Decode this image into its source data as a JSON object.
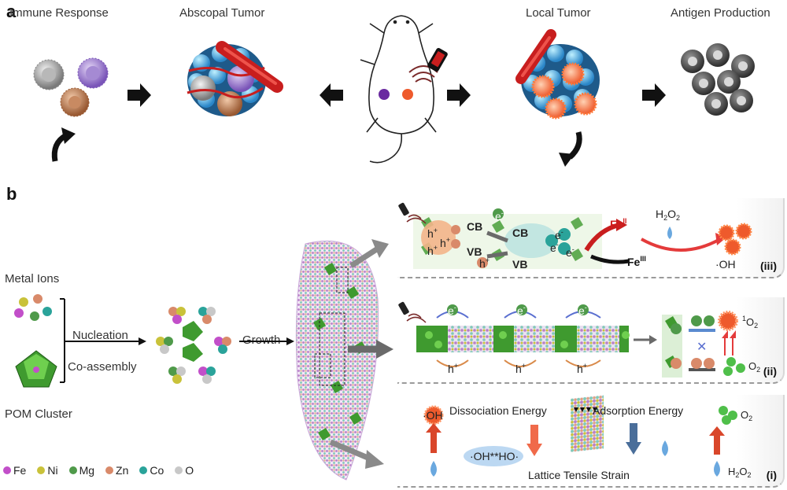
{
  "panel_a": {
    "letter": "a",
    "labels": {
      "immune_response": "Immune Response",
      "abscopal_tumor": "Abscopal Tumor",
      "local_tumor": "Local Tumor",
      "antigen_production": "Antigen Production"
    }
  },
  "panel_b": {
    "letter": "b",
    "metal_ions": "Metal Ions",
    "nucleation": "Nucleation",
    "co_assembly": "Co-assembly",
    "growth": "Growth",
    "pom_cluster": "POM Cluster",
    "legend": [
      {
        "symbol": "Fe",
        "color": "#c24fc9"
      },
      {
        "symbol": "Ni",
        "color": "#c9c23a"
      },
      {
        "symbol": "Mg",
        "color": "#4f9a4a"
      },
      {
        "symbol": "Zn",
        "color": "#d98a6a"
      },
      {
        "symbol": "Co",
        "color": "#2aa39a"
      },
      {
        "symbol": "O",
        "color": "#c8c8c8"
      }
    ],
    "iii": {
      "roman": "(iii)",
      "cb": "CB",
      "vb": "VB",
      "h": "h",
      "plus": "+",
      "e": "e",
      "minus": "-",
      "fe": "Fe",
      "fe_ii": "II",
      "fe_iii": "III",
      "h2o2_h": "H",
      "h2o2_2a": "2",
      "h2o2_o": "O",
      "h2o2_2b": "2",
      "oh": "·OH"
    },
    "ii": {
      "roman": "(ii)",
      "e": "e",
      "minus": "-",
      "h": "h",
      "plus": "+",
      "singlet_sup": "1",
      "o": "O",
      "two": "2"
    },
    "i": {
      "roman": "(i)",
      "oh": "·OH",
      "dissociation": "Dissociation Energy",
      "adsorption": "Adsorption Energy",
      "oh_ho": "·OH**HO·",
      "lattice": "Lattice Tensile Strain",
      "o2_o": "O",
      "o2_2": "2",
      "h2o2_h": "H",
      "h2o2_2a": "2",
      "h2o2_o": "O",
      "h2o2_2b": "2"
    }
  }
}
